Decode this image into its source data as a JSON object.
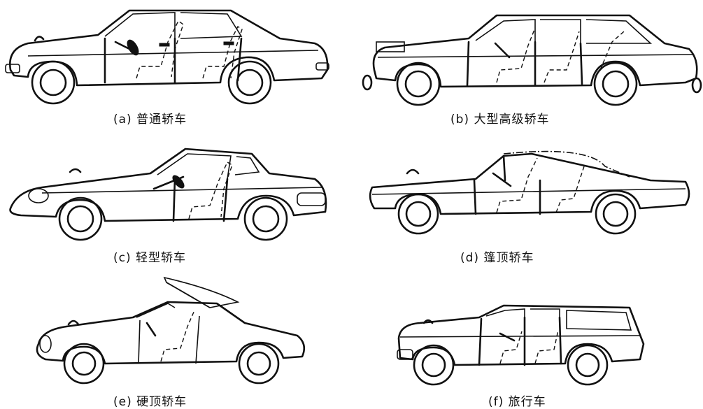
{
  "figure": {
    "panels": [
      {
        "id": "a",
        "caption": "(a) 普通轿车"
      },
      {
        "id": "b",
        "caption": "(b) 大型高级轿车"
      },
      {
        "id": "c",
        "caption": "(c) 轻型轿车"
      },
      {
        "id": "d",
        "caption": "(d) 篷顶轿车"
      },
      {
        "id": "e",
        "caption": "(e) 硬顶轿车"
      },
      {
        "id": "f",
        "caption": "(f) 旅行车"
      }
    ]
  }
}
